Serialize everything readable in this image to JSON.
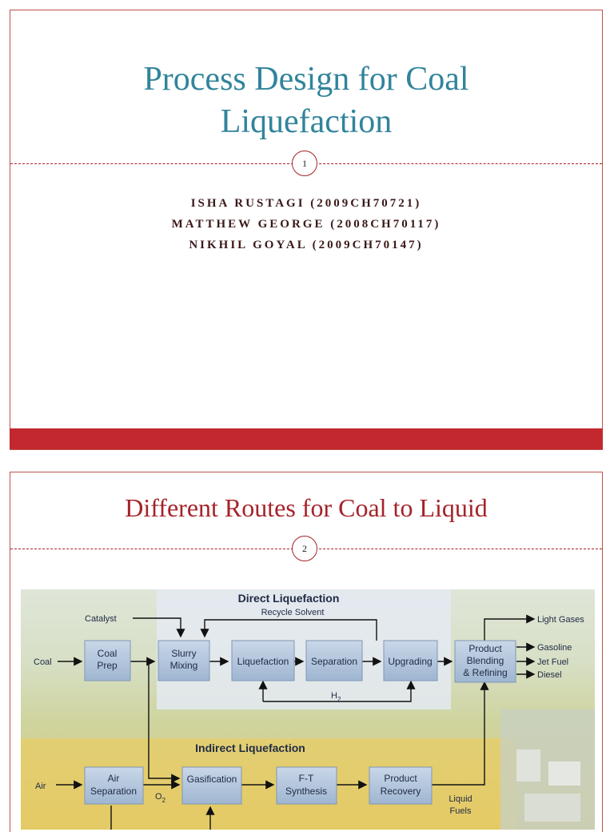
{
  "slide1": {
    "title_line1": "Process Design for Coal",
    "title_line2": "Liquefaction",
    "number": "1",
    "authors": [
      "ISHA RUSTAGI (2009CH70721)",
      "MATTHEW GEORGE (2008CH70117)",
      "NIKHIL GOYAL (2009CH70147)"
    ]
  },
  "slide2": {
    "title": "Different Routes for Coal to Liquid",
    "number": "2",
    "diagram": {
      "direct_title": "Direct Liquefaction",
      "indirect_title": "Indirect Liquefaction",
      "recycle_solvent": "Recycle Solvent",
      "h2": "H",
      "h2_sub": "2",
      "o2": "O",
      "o2_sub": "2",
      "inputs": {
        "catalyst": "Catalyst",
        "coal": "Coal",
        "air": "Air"
      },
      "boxes": {
        "coal_prep": [
          "Coal",
          "Prep"
        ],
        "slurry_mixing": [
          "Slurry",
          "Mixing"
        ],
        "liquefaction": [
          "Liquefaction"
        ],
        "separation": [
          "Separation"
        ],
        "upgrading": [
          "Upgrading"
        ],
        "product_blending": [
          "Product",
          "Blending",
          "& Refining"
        ],
        "air_separation": [
          "Air",
          "Separation"
        ],
        "gasification": [
          "Gasification"
        ],
        "ft_synthesis": [
          "F-T",
          "Synthesis"
        ],
        "product_recovery": [
          "Product",
          "Recovery"
        ]
      },
      "outputs": [
        "Light Gases",
        "Gasoline",
        "Jet Fuel",
        "Diesel"
      ],
      "liquid_fuels": [
        "Liquid",
        "Fuels"
      ]
    }
  },
  "colors": {
    "title1": "#31849b",
    "title2": "#a5232a",
    "border": "#c0504d",
    "footer": "#c2282d",
    "box": "#b5c8de"
  }
}
